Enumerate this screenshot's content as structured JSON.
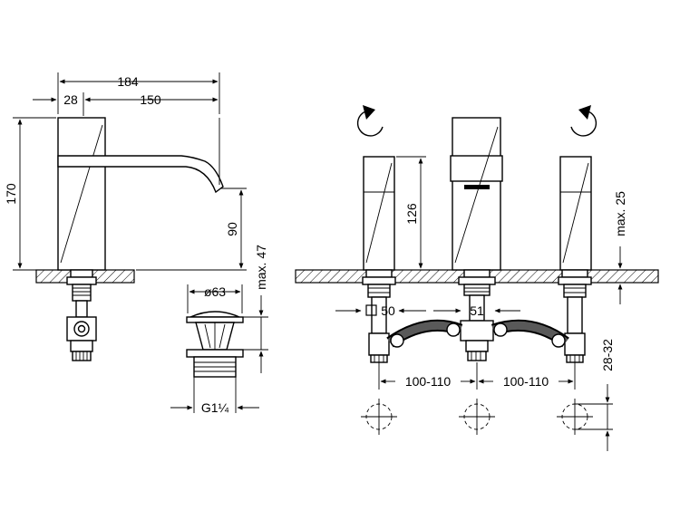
{
  "dimensions": {
    "total_length": "184",
    "base_width": "28",
    "spout_reach": "150",
    "height": "170",
    "spout_height": "90",
    "max_thickness": "max. 47",
    "drain_diameter": "ø63",
    "drain_thread": "G1¼",
    "handle_height": "126",
    "max_25": "max. 25",
    "square_50": "50",
    "spout_51": "51",
    "spacing_left": "100-110",
    "spacing_right": "100-110",
    "hole_range": "28-32"
  }
}
